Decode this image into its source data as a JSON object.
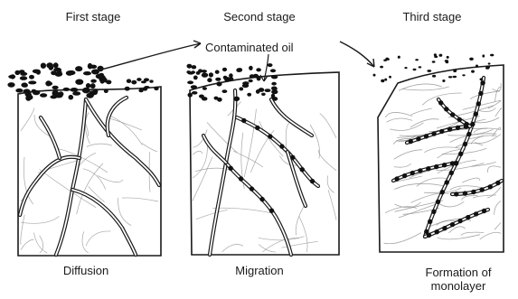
{
  "stages": [
    {
      "title": "First stage",
      "caption": "Diffusion"
    },
    {
      "title": "Second stage",
      "caption": "Migration"
    },
    {
      "title": "Third stage",
      "caption": "Formation of monolayer"
    }
  ],
  "callout_label": "Contaminated oil",
  "colors": {
    "ink": "#1a1a1a",
    "hatch": "#8a8a8a",
    "droplet": "#111111",
    "background": "#ffffff"
  }
}
